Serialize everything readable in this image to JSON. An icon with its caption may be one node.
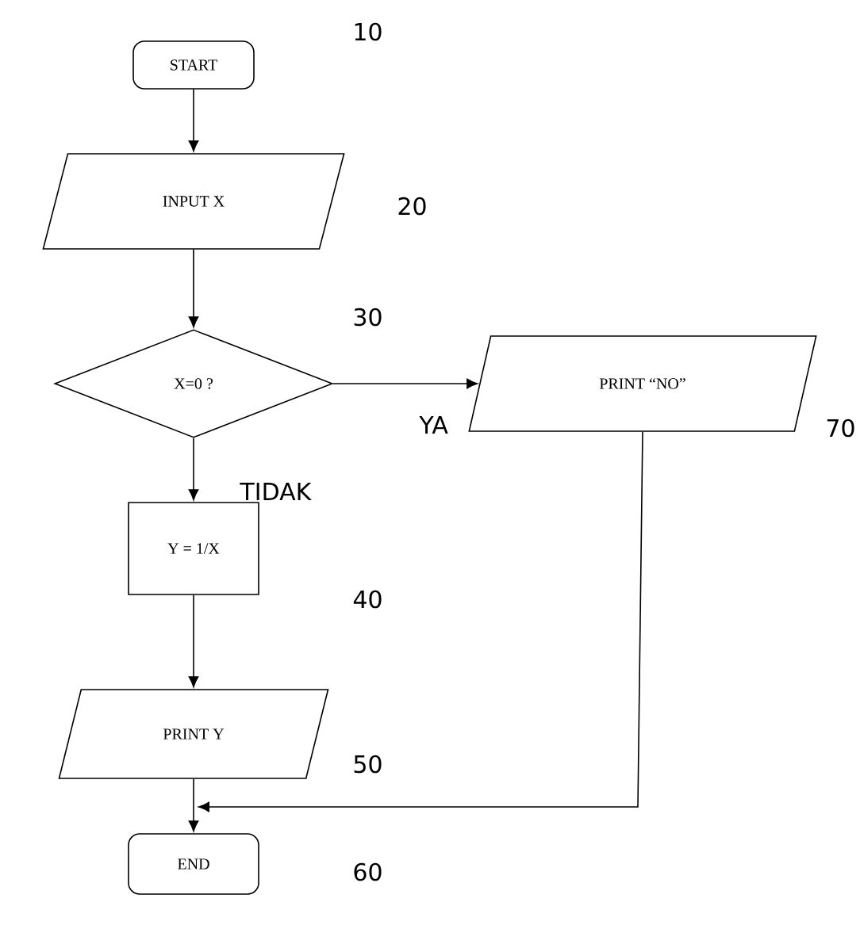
{
  "diagram": {
    "nodes": [
      {
        "text": [
          "START"
        ]
      },
      {
        "text": [
          "INPUT  X"
        ]
      },
      {
        "text": [
          "X=0 ?"
        ]
      },
      {
        "text": [
          "Y = 1/X"
        ]
      },
      {
        "text": [
          "PRINT Y"
        ]
      },
      {
        "text": [
          "END"
        ]
      },
      {
        "text": [
          "PRINT  “NO”"
        ]
      }
    ],
    "labels": [
      "10",
      "20",
      "30",
      "70",
      "40",
      "50",
      "60"
    ],
    "edges": [
      {
        "from": 0,
        "to": 1,
        "arrow": "to"
      },
      {
        "from": 1,
        "to": 2,
        "arrow": "to"
      },
      {
        "from": 2,
        "to": 6,
        "arrow": "to",
        "label": "YA"
      },
      {
        "from": 2,
        "to": 3,
        "arrow": "to",
        "label": "TIDAK"
      },
      {
        "from": 3,
        "to": 4,
        "arrow": "to"
      },
      {
        "from": 4,
        "to": 5,
        "arrow": "to"
      },
      {
        "from": 6,
        "to": 5,
        "arrow": "to"
      }
    ]
  }
}
